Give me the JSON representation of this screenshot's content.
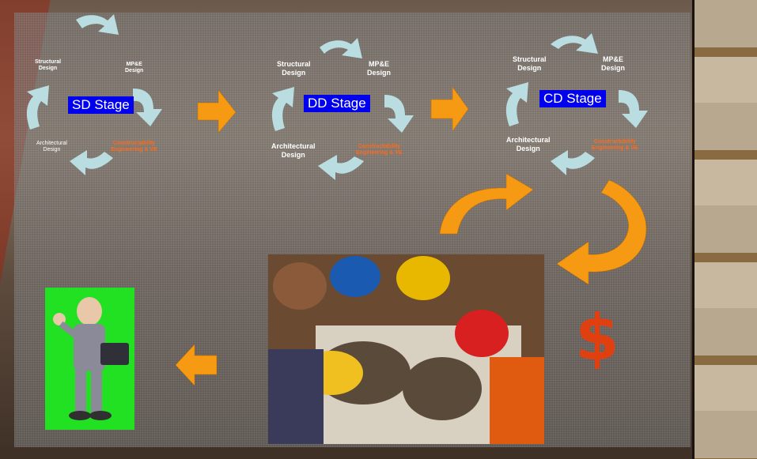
{
  "stages": [
    {
      "stage_label": "SD Stage",
      "structural": "Structural\nDesign",
      "mpe": "MP&E\nDesign",
      "constructability": "Constructability\nEngineering & VE",
      "architectural": "Architectural\nDesign"
    },
    {
      "stage_label": "DD Stage",
      "structural": "Structural\nDesign",
      "mpe": "MP&E\nDesign",
      "constructability": "Constructability\nEngineering & VE",
      "architectural": "Architectural\nDesign"
    },
    {
      "stage_label": "CD Stage",
      "structural": "Structural\nDesign",
      "mpe": "MP&E\nDesign",
      "constructability": "Constructability\nEngineering & VE",
      "architectural": "Architectural\nDesign"
    }
  ],
  "dollar_symbol": "$",
  "colors": {
    "stage_box": "#0000ee",
    "cycle_arrow": "#b9dde0",
    "flow_arrow": "#f59a12",
    "constructability_text": "#ff6a1a",
    "dollar": "#e04010",
    "cartoon_bg": "#22e022"
  },
  "icons": {
    "cycle_arrows": "curved-arrow-icon",
    "flow_arrows": "block-arrow-right-icon",
    "return_arrows": "curved-arrow-orange-icon",
    "photo": "construction-workers-photo",
    "cartoon": "angry-businessman-cartoon"
  }
}
